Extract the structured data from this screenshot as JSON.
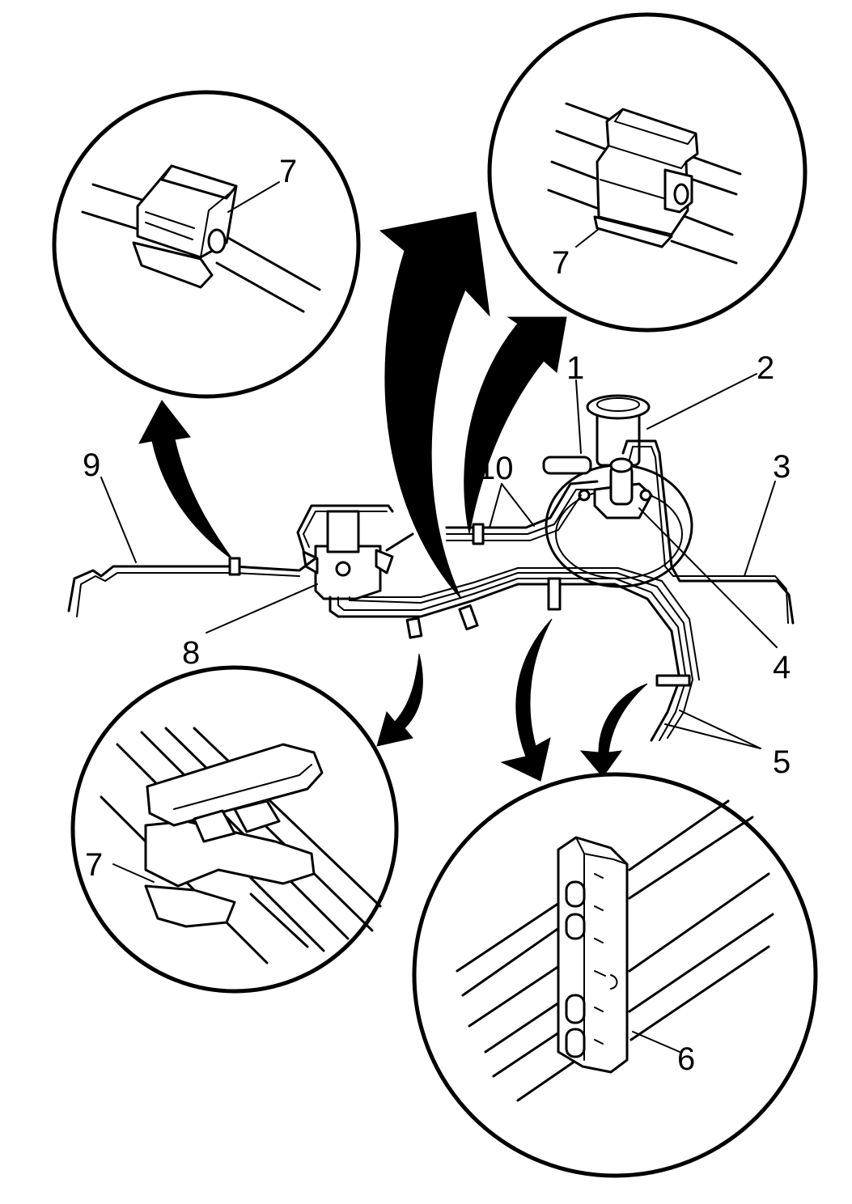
{
  "callouts": {
    "c1": "1",
    "c2": "2",
    "c3": "3",
    "c4": "4",
    "c5": "5",
    "c6": "6",
    "c7_top_left": "7",
    "c7_top_right": "7",
    "c7_bottom_left": "7",
    "c8": "8",
    "c9": "9",
    "c10": "10"
  }
}
